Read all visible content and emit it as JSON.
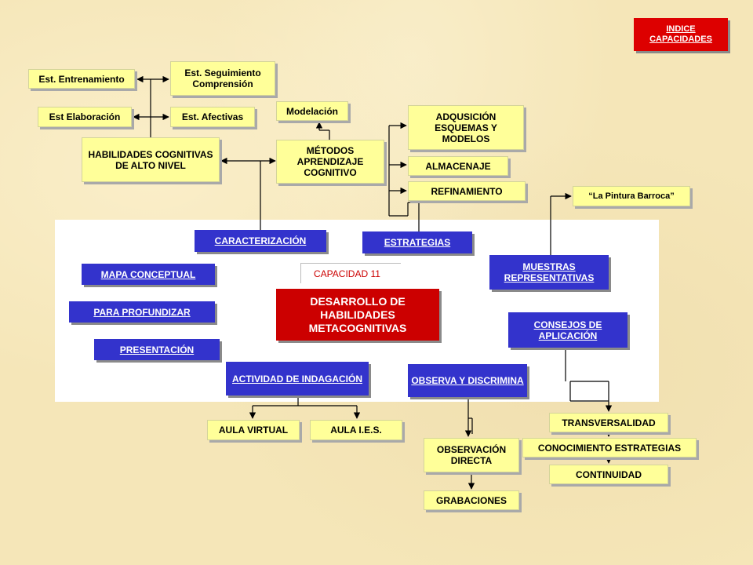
{
  "index_link": "INDICE CAPACIDADES",
  "capacity_label": "CAPACIDAD 11",
  "main_title": "DESARROLLO DE HABILIDADES METACOGNITIVAS",
  "top": {
    "est_entrenamiento": "Est. Entrenamiento",
    "est_seguimiento": "Est. Seguimiento Comprensión",
    "est_elaboracion": "Est Elaboración",
    "est_afectivas": "Est. Afectivas",
    "habilidades": "HABILIDADES COGNITIVAS DE ALTO NIVEL",
    "modelacion": "Modelación",
    "metodos": "MÉTODOS APRENDIZAJE COGNITIVO",
    "adquisicion": "ADQUSICIÓN ESQUEMAS Y MODELOS",
    "almacenaje": "ALMACENAJE",
    "refinamiento": "REFINAMIENTO",
    "pintura": "“La Pintura Barroca”"
  },
  "links": {
    "caracterizacion": "CARACTERIZACIÓN",
    "estrategias": "ESTRATEGIAS",
    "mapa": "MAPA CONCEPTUAL",
    "profundizar": "PARA PROFUNDIZAR",
    "presentacion": "PRESENTACIÓN",
    "actividad": "ACTIVIDAD DE INDAGACIÓN",
    "observa": "OBSERVA Y DISCRIMINA",
    "muestras": "MUESTRAS REPRESENTATIVAS",
    "consejos": "CONSEJOS DE APLICACIÓN"
  },
  "bottom": {
    "aula_virtual": "AULA VIRTUAL",
    "aula_ies": "AULA I.E.S.",
    "observacion": "OBSERVACIÓN DIRECTA",
    "grabaciones": "GRABACIONES",
    "transversalidad": "TRANSVERSALIDAD",
    "conocimiento": "CONOCIMIENTO ESTRATEGIAS",
    "continuidad": "CONTINUIDAD"
  }
}
